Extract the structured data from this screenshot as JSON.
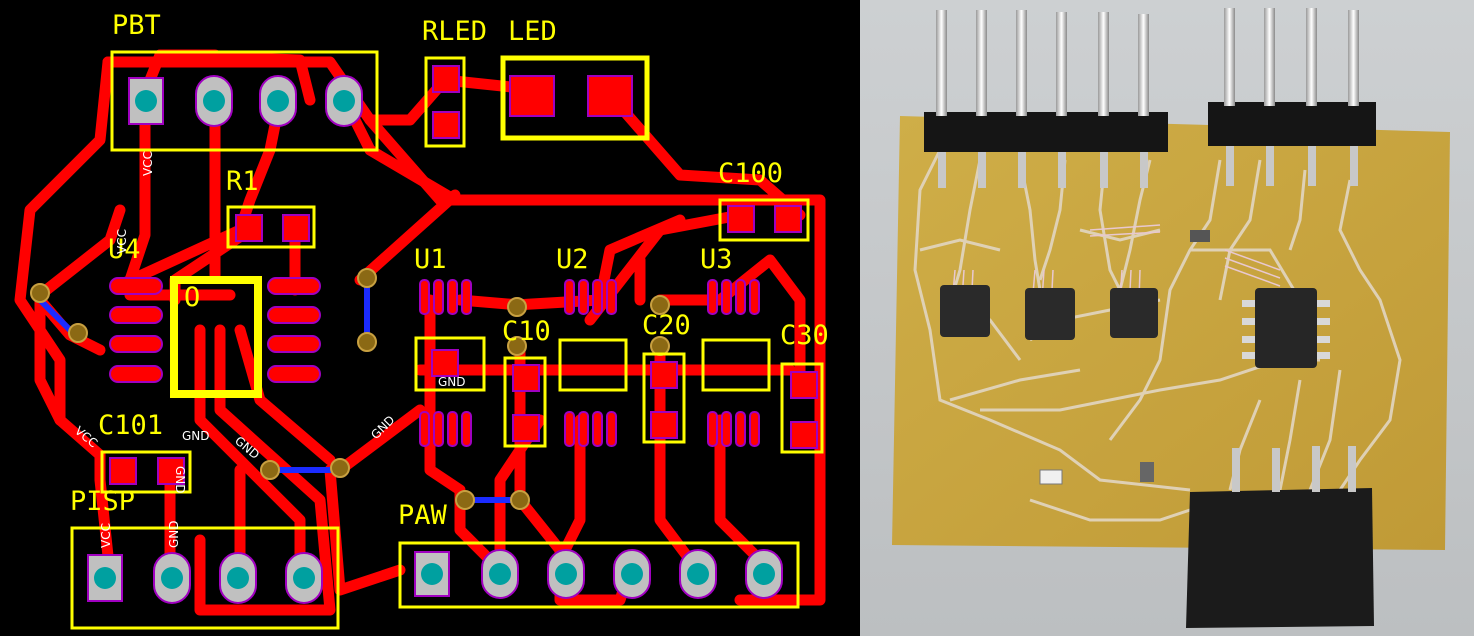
{
  "pcb": {
    "colors": {
      "background": "#000000",
      "copper": "#ff0000",
      "silkscreen": "#ffff00",
      "pad_outline": "#a000c0",
      "via": "#8b6914",
      "bottom_trace": "#1b2bff",
      "drill": "#00a0a0"
    },
    "labels": {
      "pbt": "PBT",
      "rled": "RLED",
      "led": "LED",
      "r1": "R1",
      "c100": "C100",
      "u4": "U4",
      "u1": "U1",
      "u2": "U2",
      "u3": "U3",
      "c10": "C10",
      "c20": "C20",
      "c30": "C30",
      "c101": "C101",
      "pisp": "PISP",
      "paw": "PAW",
      "u4_pin1": "O"
    },
    "net_labels": {
      "vcc_1": "VCC",
      "vcc_2": "VCC",
      "vcc_3": "VCC",
      "vcc_4": "VCC",
      "gnd_1": "GND",
      "gnd_2": "GND",
      "gnd_3": "GND",
      "gnd_4": "GND",
      "gnd_5": "GND",
      "gnd_6": "GND"
    }
  },
  "photo": {
    "colors": {
      "board": "#c9a43e",
      "background": "#c4c7c9",
      "chip": "#2a2a2a",
      "pin_header": "#151515",
      "pin_metal": "#e6e6e6",
      "trace": "#d8c8b0"
    }
  }
}
